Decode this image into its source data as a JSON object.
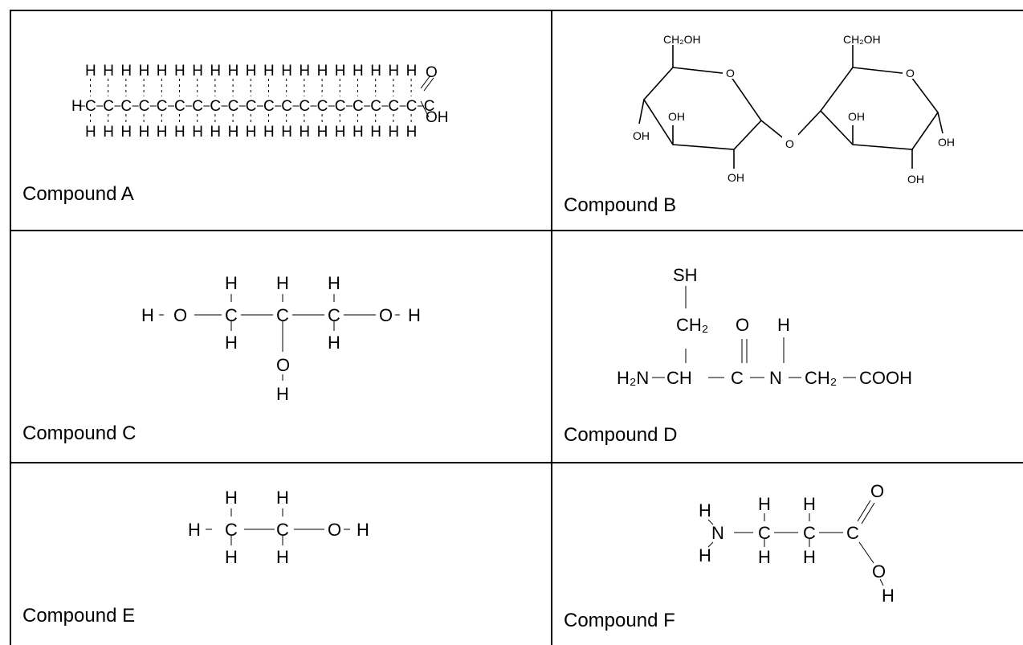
{
  "compounds": {
    "a": {
      "caption": "Compound A",
      "h": "H",
      "c": "C",
      "o": "O",
      "oh": "OH"
    },
    "b": {
      "caption": "Compound B",
      "ch2oh": "CH₂OH",
      "o": "O",
      "oh": "OH"
    },
    "c": {
      "caption": "Compound C",
      "h": "H",
      "c": "C",
      "o": "O"
    },
    "d": {
      "caption": "Compound D",
      "sh": "SH",
      "ch2": "CH₂",
      "o": "O",
      "h": "H",
      "h2n": "H₂N",
      "ch": "CH",
      "c": "C",
      "n": "N",
      "cooh": "COOH"
    },
    "e": {
      "caption": "Compound E",
      "h": "H",
      "c": "C",
      "o": "O"
    },
    "f": {
      "caption": "Compound F",
      "h": "H",
      "n": "N",
      "c": "C",
      "o": "O"
    }
  }
}
